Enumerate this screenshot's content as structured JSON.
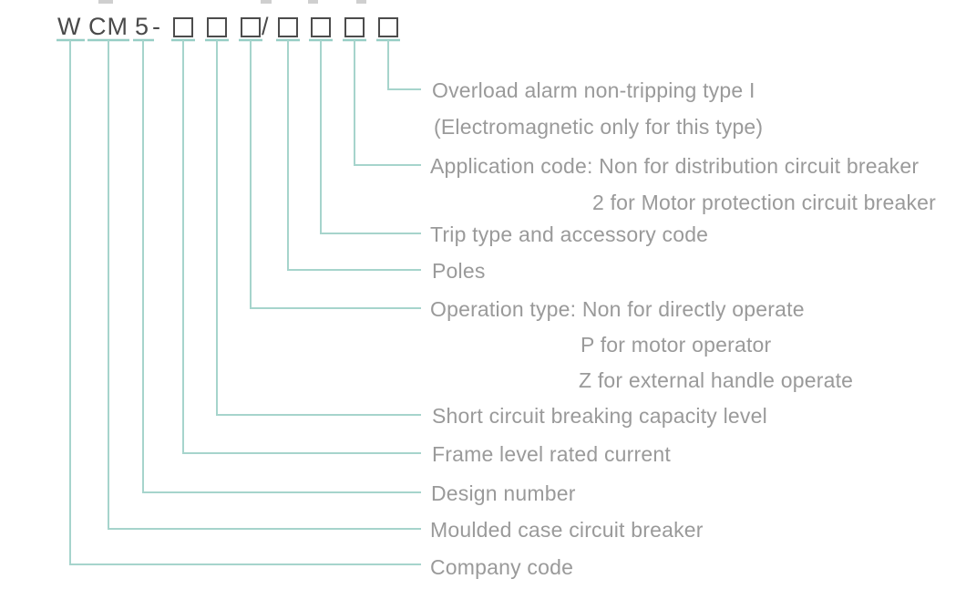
{
  "colors": {
    "line_teal": "#a6d4cc",
    "label_gray": "#9a9a9a",
    "code_dark": "#4a4a4a"
  },
  "code_row": {
    "company_letter": "W",
    "breaker_letters": "CM",
    "design_digit": "5",
    "dash": "-",
    "slash": "/"
  },
  "labels": {
    "overload": "Overload alarm non-tripping type I",
    "overload_note": "(Electromagnetic only for this type)",
    "application": "Application code: Non for distribution circuit breaker",
    "application_option_2": "2 for Motor protection circuit breaker",
    "trip": "Trip type and accessory code",
    "poles": "Poles",
    "operation": "Operation type: Non for directly operate",
    "operation_option_p": "P for motor operator",
    "operation_option_z": "Z for external handle operate",
    "short_circuit": "Short circuit breaking capacity level",
    "frame": "Frame level rated current",
    "design": "Design number",
    "moulded": "Moulded case circuit breaker",
    "company": "Company code"
  }
}
